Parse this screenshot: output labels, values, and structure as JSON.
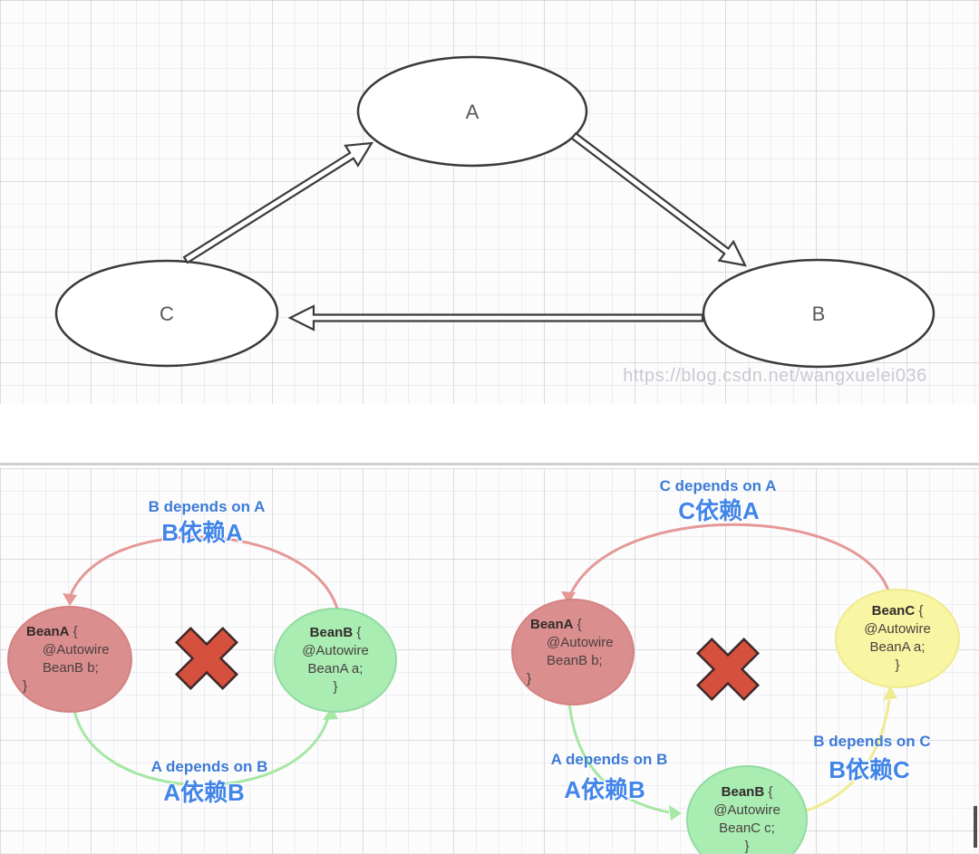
{
  "top_diagram": {
    "node_a": "A",
    "node_b": "B",
    "node_c": "C",
    "watermark": "https://blog.csdn.net/wangxuelei036"
  },
  "diagram_ab": {
    "label_top_en": "B depends on A",
    "label_top_zh": "B依赖A",
    "label_bottom_en": "A depends on B",
    "label_bottom_zh": "A依赖B",
    "bean_a": {
      "name": "BeanA",
      "open": " {",
      "dep1": "@Autowire",
      "dep2": "BeanB b;",
      "close": "}"
    },
    "bean_b": {
      "name": "BeanB",
      "open": " {",
      "dep1": "@Autowire",
      "dep2": "BeanA a;",
      "close": "}"
    }
  },
  "diagram_abc": {
    "label_top_en": "C depends on A",
    "label_top_zh": "C依赖A",
    "label_left_en": "A depends on B",
    "label_left_zh": "A依赖B",
    "label_right_en": "B depends on C",
    "label_right_zh": "B依赖C",
    "bean_a": {
      "name": "BeanA",
      "open": " {",
      "dep1": "@Autowire",
      "dep2": "BeanB b;",
      "close": "}"
    },
    "bean_b": {
      "name": "BeanB",
      "open": " {",
      "dep1": "@Autowire",
      "dep2": "BeanC c;",
      "close": "}"
    },
    "bean_c": {
      "name": "BeanC",
      "open": " {",
      "dep1": "@Autowire",
      "dep2": "BeanA a;",
      "close": "}"
    }
  },
  "colors": {
    "bean_pink": "#db8e8e",
    "bean_green": "#a9edb3",
    "bean_yellow": "#f8f5a3",
    "cross_red": "#d6503e",
    "label_blue": "#4285e8",
    "arrow_pink": "#e59898",
    "arrow_green": "#a6e7a4",
    "arrow_yellow": "#f0ea90",
    "node_stroke": "#3a3a3a"
  }
}
